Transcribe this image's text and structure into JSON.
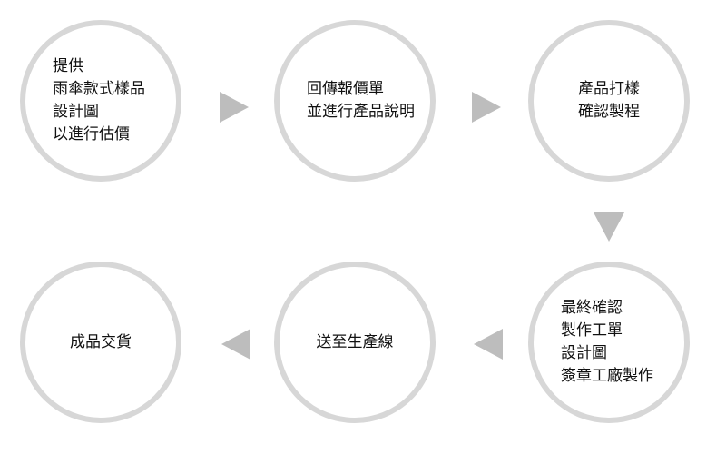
{
  "steps": [
    {
      "lines": [
        "提供",
        "雨傘款式樣品",
        "設計圖",
        "以進行估價"
      ]
    },
    {
      "lines": [
        "回傳報價單",
        "並進行產品說明"
      ]
    },
    {
      "lines": [
        "產品打樣",
        "確認製程"
      ]
    },
    {
      "lines": [
        "最終確認",
        "製作工單",
        "設計圖",
        "簽章工廠製作"
      ]
    },
    {
      "lines": [
        "送至生產線"
      ]
    },
    {
      "lines": [
        "成品交貨"
      ]
    }
  ],
  "colors": {
    "circle_border": "#d7d7d7",
    "arrow": "#bdbdbd",
    "text": "#111111"
  }
}
